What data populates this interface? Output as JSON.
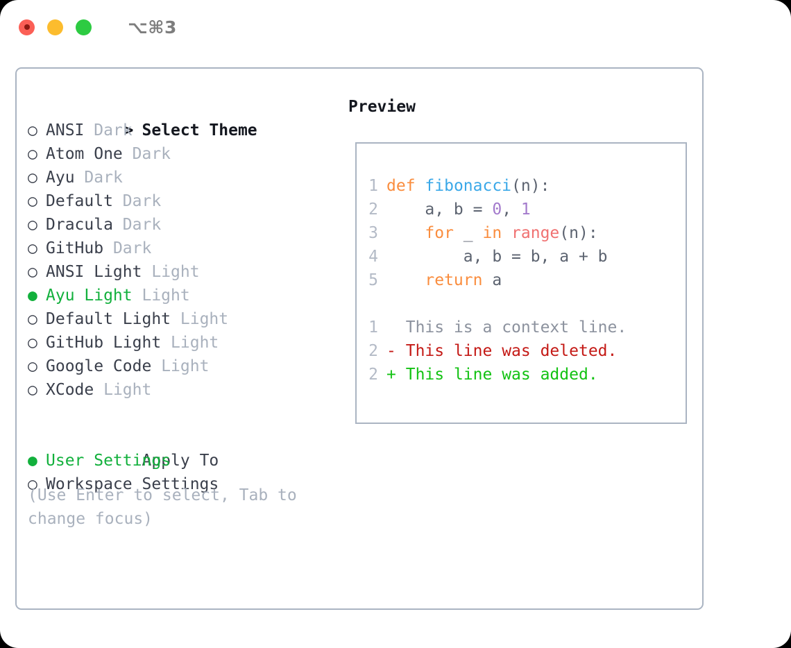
{
  "titlebar": {
    "shortcut": "⌥⌘3",
    "dots": [
      {
        "name": "close-button",
        "color": "#fb5f56"
      },
      {
        "name": "minimize-button",
        "color": "#fcbc2e"
      },
      {
        "name": "maximize-button",
        "color": "#2dcb42"
      }
    ]
  },
  "theme_list": {
    "heading": "Select Theme",
    "heading_marker": "> ",
    "marker_selected": "● ",
    "marker_unselected": "○ ",
    "items": [
      {
        "label": "ANSI",
        "variant": "Dark",
        "selected": false
      },
      {
        "label": "Atom One",
        "variant": "Dark",
        "selected": false
      },
      {
        "label": "Ayu",
        "variant": "Dark",
        "selected": false
      },
      {
        "label": "Default",
        "variant": "Dark",
        "selected": false
      },
      {
        "label": "Dracula",
        "variant": "Dark",
        "selected": false
      },
      {
        "label": "GitHub",
        "variant": "Dark",
        "selected": false
      },
      {
        "label": "ANSI Light",
        "variant": "Light",
        "selected": false
      },
      {
        "label": "Ayu Light",
        "variant": "Light",
        "selected": true
      },
      {
        "label": "Default Light",
        "variant": "Light",
        "selected": false
      },
      {
        "label": "GitHub Light",
        "variant": "Light",
        "selected": false
      },
      {
        "label": "Google Code",
        "variant": "Light",
        "selected": false
      },
      {
        "label": "XCode",
        "variant": "Light",
        "selected": false
      }
    ]
  },
  "apply_to": {
    "heading": "Apply To",
    "heading_marker": "  ",
    "items": [
      {
        "label": "User Settings",
        "selected": true
      },
      {
        "label": "Workspace Settings",
        "selected": false
      }
    ]
  },
  "hint": "(Use Enter to select, Tab to change focus)",
  "preview": {
    "title": "Preview",
    "code_lines": [
      {
        "ln": "1",
        "tokens": [
          {
            "t": "def",
            "c": "kw"
          },
          {
            "t": " ",
            "c": "plain"
          },
          {
            "t": "fibonacci",
            "c": "fn"
          },
          {
            "t": "(n):",
            "c": "punct"
          }
        ]
      },
      {
        "ln": "2",
        "tokens": [
          {
            "t": "    a, b = ",
            "c": "plain"
          },
          {
            "t": "0",
            "c": "num"
          },
          {
            "t": ", ",
            "c": "plain"
          },
          {
            "t": "1",
            "c": "num"
          }
        ]
      },
      {
        "ln": "3",
        "tokens": [
          {
            "t": "    ",
            "c": "plain"
          },
          {
            "t": "for",
            "c": "kw"
          },
          {
            "t": " _ ",
            "c": "plain"
          },
          {
            "t": "in",
            "c": "kw"
          },
          {
            "t": " ",
            "c": "plain"
          },
          {
            "t": "range",
            "c": "call"
          },
          {
            "t": "(n):",
            "c": "punct"
          }
        ]
      },
      {
        "ln": "4",
        "tokens": [
          {
            "t": "        a, b = b, a + b",
            "c": "plain"
          }
        ]
      },
      {
        "ln": "5",
        "tokens": [
          {
            "t": "    ",
            "c": "plain"
          },
          {
            "t": "return",
            "c": "kw"
          },
          {
            "t": " a",
            "c": "plain"
          }
        ]
      }
    ],
    "diff_lines": [
      {
        "ln": "1",
        "sign": " ",
        "text": "This is a context line.",
        "kind": "ctx"
      },
      {
        "ln": "2",
        "sign": "-",
        "text": "This line was deleted.",
        "kind": "del"
      },
      {
        "ln": "2",
        "sign": "+",
        "text": "This line was added.",
        "kind": "add"
      }
    ]
  },
  "colors": {
    "accent_green": "#12b03c",
    "muted": "#a9b1bd",
    "border": "#aab4c2",
    "keyword": "#fa8d3e",
    "function": "#3aa8e8",
    "number": "#a37acc",
    "call": "#f07171",
    "diff_added": "#13c213",
    "diff_deleted": "#c41a16"
  }
}
